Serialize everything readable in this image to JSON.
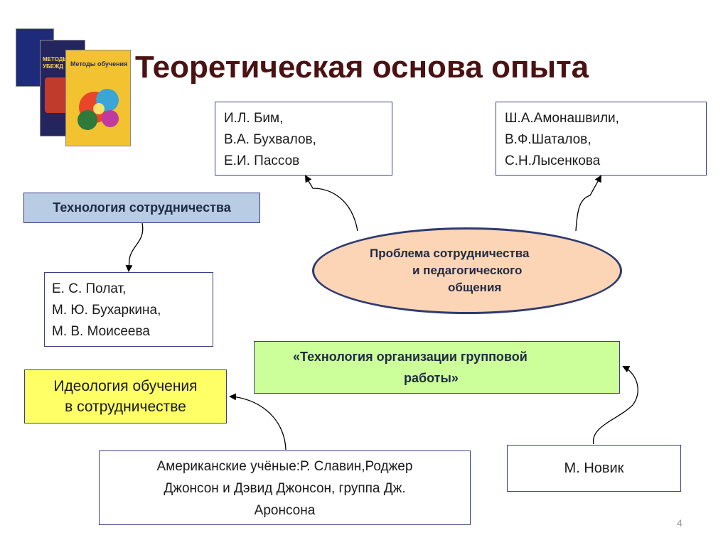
{
  "slide": {
    "title": "Теоретическая основа опыта",
    "page_number": "4"
  },
  "books_image": {
    "book1_title": "Методы обучения",
    "book2_title": "МЕТОДЫ УБЕЖД"
  },
  "boxes": {
    "bim_group": [
      "И.Л. Бим,",
      "В.А. Бухвалов,",
      "Е.И. Пассов"
    ],
    "amonashvili_group": [
      "Ш.А.Амонашвили,",
      "В.Ф.Шаталов,",
      "С.Н.Лысенкова"
    ],
    "tech_cooperation": "Технология сотрудничества",
    "polat_group": [
      "Е. С. Полат,",
      "М. Ю. Бухаркина,",
      "М. В. Моисеева"
    ],
    "problem_ellipse": [
      "Проблема сотрудничества",
      "и педагогического",
      "общения"
    ],
    "group_work_tech": [
      "«Технология организации групповой",
      "работы»"
    ],
    "ideology": [
      "Идеология обучения",
      "в сотрудничестве"
    ],
    "american_scientists": [
      "Американские учёные:Р. Славин,Роджер",
      "Джонсон и Дэвид Джонсон, группа Дж.",
      "Аронсона"
    ],
    "novik": "М. Новик"
  },
  "colors": {
    "title": "#4a1212",
    "border": "#3c3f86",
    "tech_cooperation_fill": "#b8cce4",
    "ellipse_fill": "#fbd5b5",
    "group_work_fill": "#ccff99",
    "ideology_fill": "#ffff66"
  }
}
